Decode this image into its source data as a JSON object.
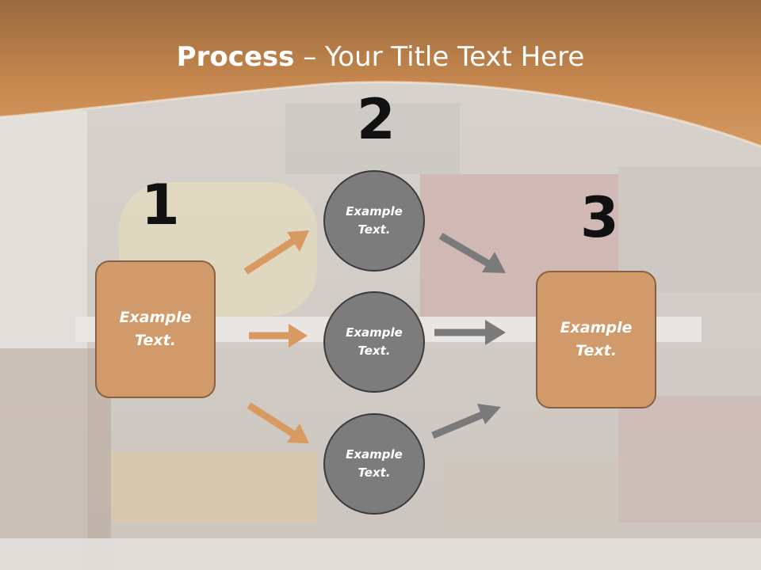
{
  "slide": {
    "title_bold": "Process",
    "title_dash": "–",
    "title_rest": "Your Title Text Here",
    "colors": {
      "header_orange": "#c8894f",
      "box_fill": "#d19a6a",
      "circle_fill": "#7c7c7c",
      "orange_arrow": "#d99a62",
      "gray_arrow": "#7a7a7a"
    }
  },
  "steps": {
    "num1": "1",
    "num2": "2",
    "num3": "3"
  },
  "left_box": {
    "line1": "Example",
    "line2": "Text."
  },
  "right_box": {
    "line1": "Example",
    "line2": "Text."
  },
  "circles": [
    {
      "line1": "Example",
      "line2": "Text."
    },
    {
      "line1": "Example",
      "line2": "Text."
    },
    {
      "line1": "Example",
      "line2": "Text."
    }
  ]
}
